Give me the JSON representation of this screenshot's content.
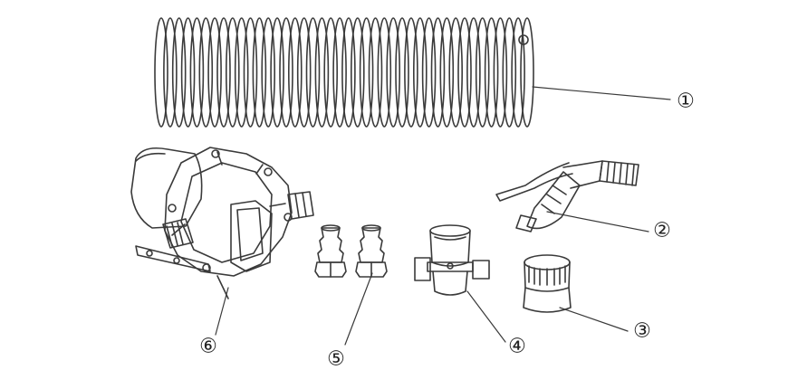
{
  "callouts": {
    "c1": "①",
    "c2": "②",
    "c3": "③",
    "c4": "④",
    "c5": "⑤",
    "c6": "⑥"
  },
  "parts": [
    {
      "id": "1",
      "name": "coiled-hose"
    },
    {
      "id": "2",
      "name": "spray-gun"
    },
    {
      "id": "3",
      "name": "quick-connector"
    },
    {
      "id": "4",
      "name": "strainer-filter"
    },
    {
      "id": "5",
      "name": "hose-barb-fittings"
    },
    {
      "id": "6",
      "name": "diaphragm-pump"
    }
  ],
  "colors": {
    "line": "#3a3a3a",
    "background": "#ffffff"
  }
}
